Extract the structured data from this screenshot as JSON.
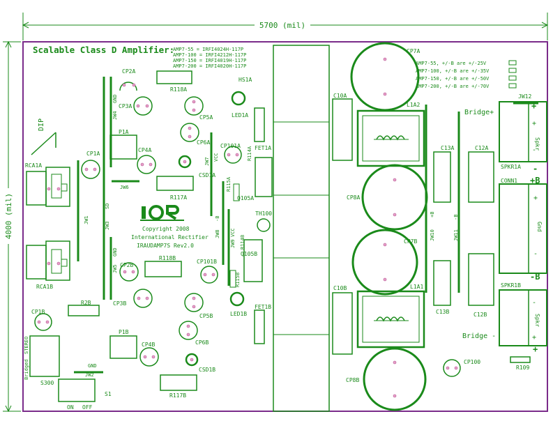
{
  "title": "Scalable Class D Amplifier:",
  "variants": [
    "AMP7-55  = IRFI4024H-117P",
    "AMP7-100 = IRFI4212H-117P",
    "AMP7-150 = IRFI4019H-117P",
    "AMP7-200 = IRFI4020H-117P"
  ],
  "rail_notes": [
    "AMP7-55,  +/-B are +/-25V",
    "AMP7-100, +/-B are +/-35V",
    "AMP7-150, +/-B are +/-50V",
    "AMP7-200, +/-B are +/-70V"
  ],
  "dimensions": {
    "width": "5700 (mil)",
    "height": "4000 (mil)"
  },
  "copyright": [
    "Copyright 2008",
    "International Rectifier",
    "IRAUDAMP7S Rev2.0"
  ],
  "logo": "IOR",
  "labels": {
    "dip": "DIP",
    "rca1a": "RCA1A",
    "rca1b": "RCA1B",
    "cp1a": "CP1A",
    "cp2a": "CP2A",
    "cp3a": "CP3A",
    "cp4a": "CP4A",
    "cp5a": "CP5A",
    "cp6a": "CP6A",
    "cp7a": "CP7A",
    "cp8a": "CP8A",
    "cp1b": "CP1B",
    "cp2b": "CP2B",
    "cp3b": "CP3B",
    "cp4b": "CP4B",
    "cp5b": "CP5B",
    "cp6b": "CP6B",
    "cp7b": "CP7B",
    "cp8b": "CP8B",
    "cp101a": "CP101A",
    "cp101b": "CP101B",
    "cp100": "CP100",
    "r118a": "R118A",
    "r118b": "R118B",
    "r117a": "R117A",
    "r117b": "R117B",
    "r2b": "R2B",
    "r109": "R109",
    "p1a": "P1A",
    "p1b": "P1B",
    "hs1a": "HS1A",
    "led1a": "LED1A",
    "led1b": "LED1B",
    "fet1a": "FET1A",
    "fet1b": "FET1B",
    "csd1a": "CSD1A",
    "csd1b": "CSD1B",
    "r114a": "R114A",
    "r114b": "R114B",
    "r115a": "R115A",
    "r115b": "R115B",
    "q105a": "Q105A",
    "q105b": "Q105B",
    "th100": "TH100",
    "c10a": "C10A",
    "c10b": "C10B",
    "c12a": "C12A",
    "c12b": "C12B",
    "c13a": "C13A",
    "c13b": "C13B",
    "l1a2": "L1A2",
    "l1a1": "L1A1",
    "jw1": "JW1",
    "jw2": "JW2",
    "jw3": "JW3",
    "jw4": "JW4",
    "jw5": "JW5",
    "jw6": "JW6",
    "jw7": "JW7",
    "jw8": "JW8",
    "jw9": "JW9",
    "jw10": "JW10",
    "jw11": "JW11",
    "jw12": "JW12",
    "sd": "SD",
    "gnd": "GND",
    "vcc": "VCC",
    "minus_b": "-B",
    "plus_b": "+B",
    "spkr1a": "SPKR1A",
    "spkr1b": "SPKR1B",
    "conn1": "CONN1",
    "spkr": "Spkr",
    "gnd_terminal": "Gnd",
    "bridge_plus": "Bridge+",
    "bridge_minus": "Bridge -",
    "s300": "S300",
    "s1": "S1",
    "bridged": "Bridged",
    "stereo": "STEREO",
    "on": "ON",
    "off": "OFF",
    "plus": "+",
    "minus": "-",
    "big_plus_b": "+B",
    "big_minus_b": "-B"
  }
}
